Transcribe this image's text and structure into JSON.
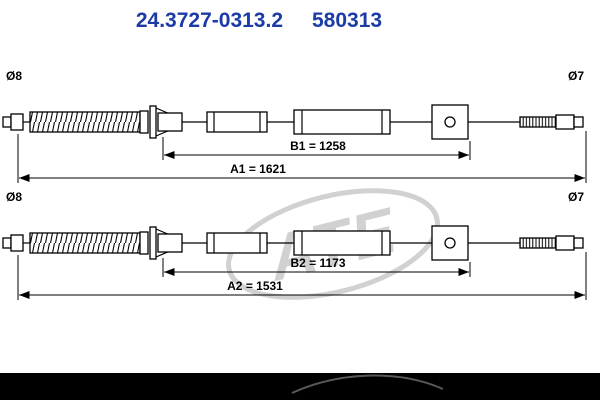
{
  "header": {
    "part_number": "24.3727-0313.2",
    "reference_number": "580313"
  },
  "watermark": {
    "text": "ATE"
  },
  "cables": {
    "cable1": {
      "left_diameter": "Ø8",
      "right_diameter": "Ø7",
      "inner_dimension": "B1 = 1258",
      "overall_dimension": "A1 = 1621"
    },
    "cable2": {
      "left_diameter": "Ø8",
      "right_diameter": "Ø7",
      "inner_dimension": "B2 = 1173",
      "overall_dimension": "A2 = 1531"
    }
  },
  "colors": {
    "header_blue": "#1d3ba7",
    "line_black": "#000000",
    "watermark_gray": "#c9c9c9",
    "footer_black": "#000000"
  }
}
